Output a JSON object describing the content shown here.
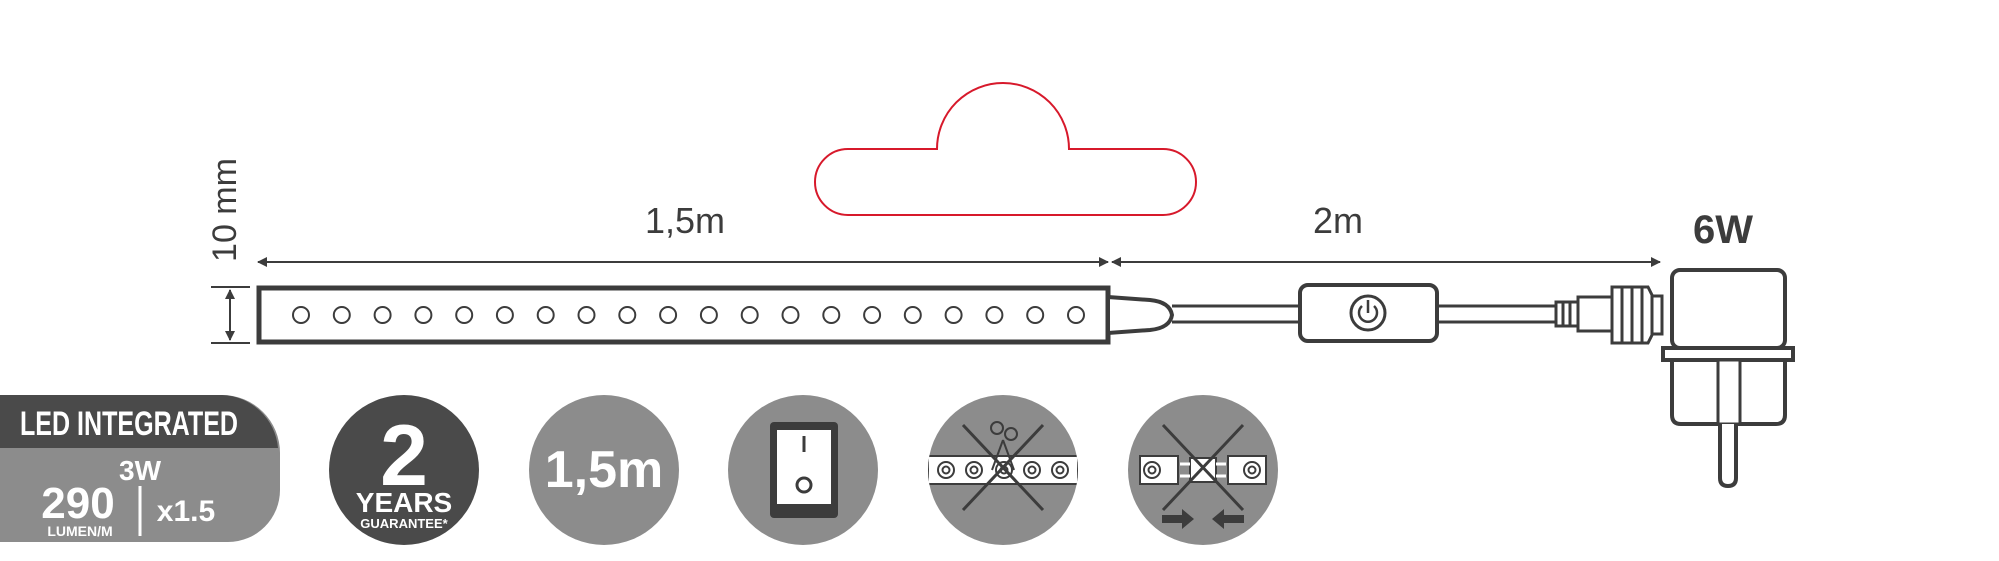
{
  "colors": {
    "outline": "#3c3c3c",
    "accent_red": "#d7192b",
    "badge_grey": "#8c8c8c",
    "badge_dark": "#4a4a4a",
    "white": "#ffffff"
  },
  "dimensions": {
    "height_label": "10 mm",
    "strip_length_label": "1,5m",
    "cable_length_label": "2m",
    "power_label": "6W"
  },
  "strip": {
    "led_count": 20
  },
  "badges": {
    "led_integrated": {
      "title": "LED INTEGRATED",
      "wattage": "3W",
      "lumen_value": "290",
      "lumen_unit": "LUMEN/M",
      "multiplier": "x1.5"
    },
    "guarantee": {
      "number": "2",
      "line1": "YEARS",
      "line2": "GUARANTEE*"
    },
    "length": {
      "label": "1,5m"
    }
  },
  "icons": [
    "tag-outline-icon",
    "power-button-icon",
    "plug-adapter-icon",
    "on-off-switch-icon",
    "no-cutting-icon",
    "no-connecting-icon"
  ]
}
